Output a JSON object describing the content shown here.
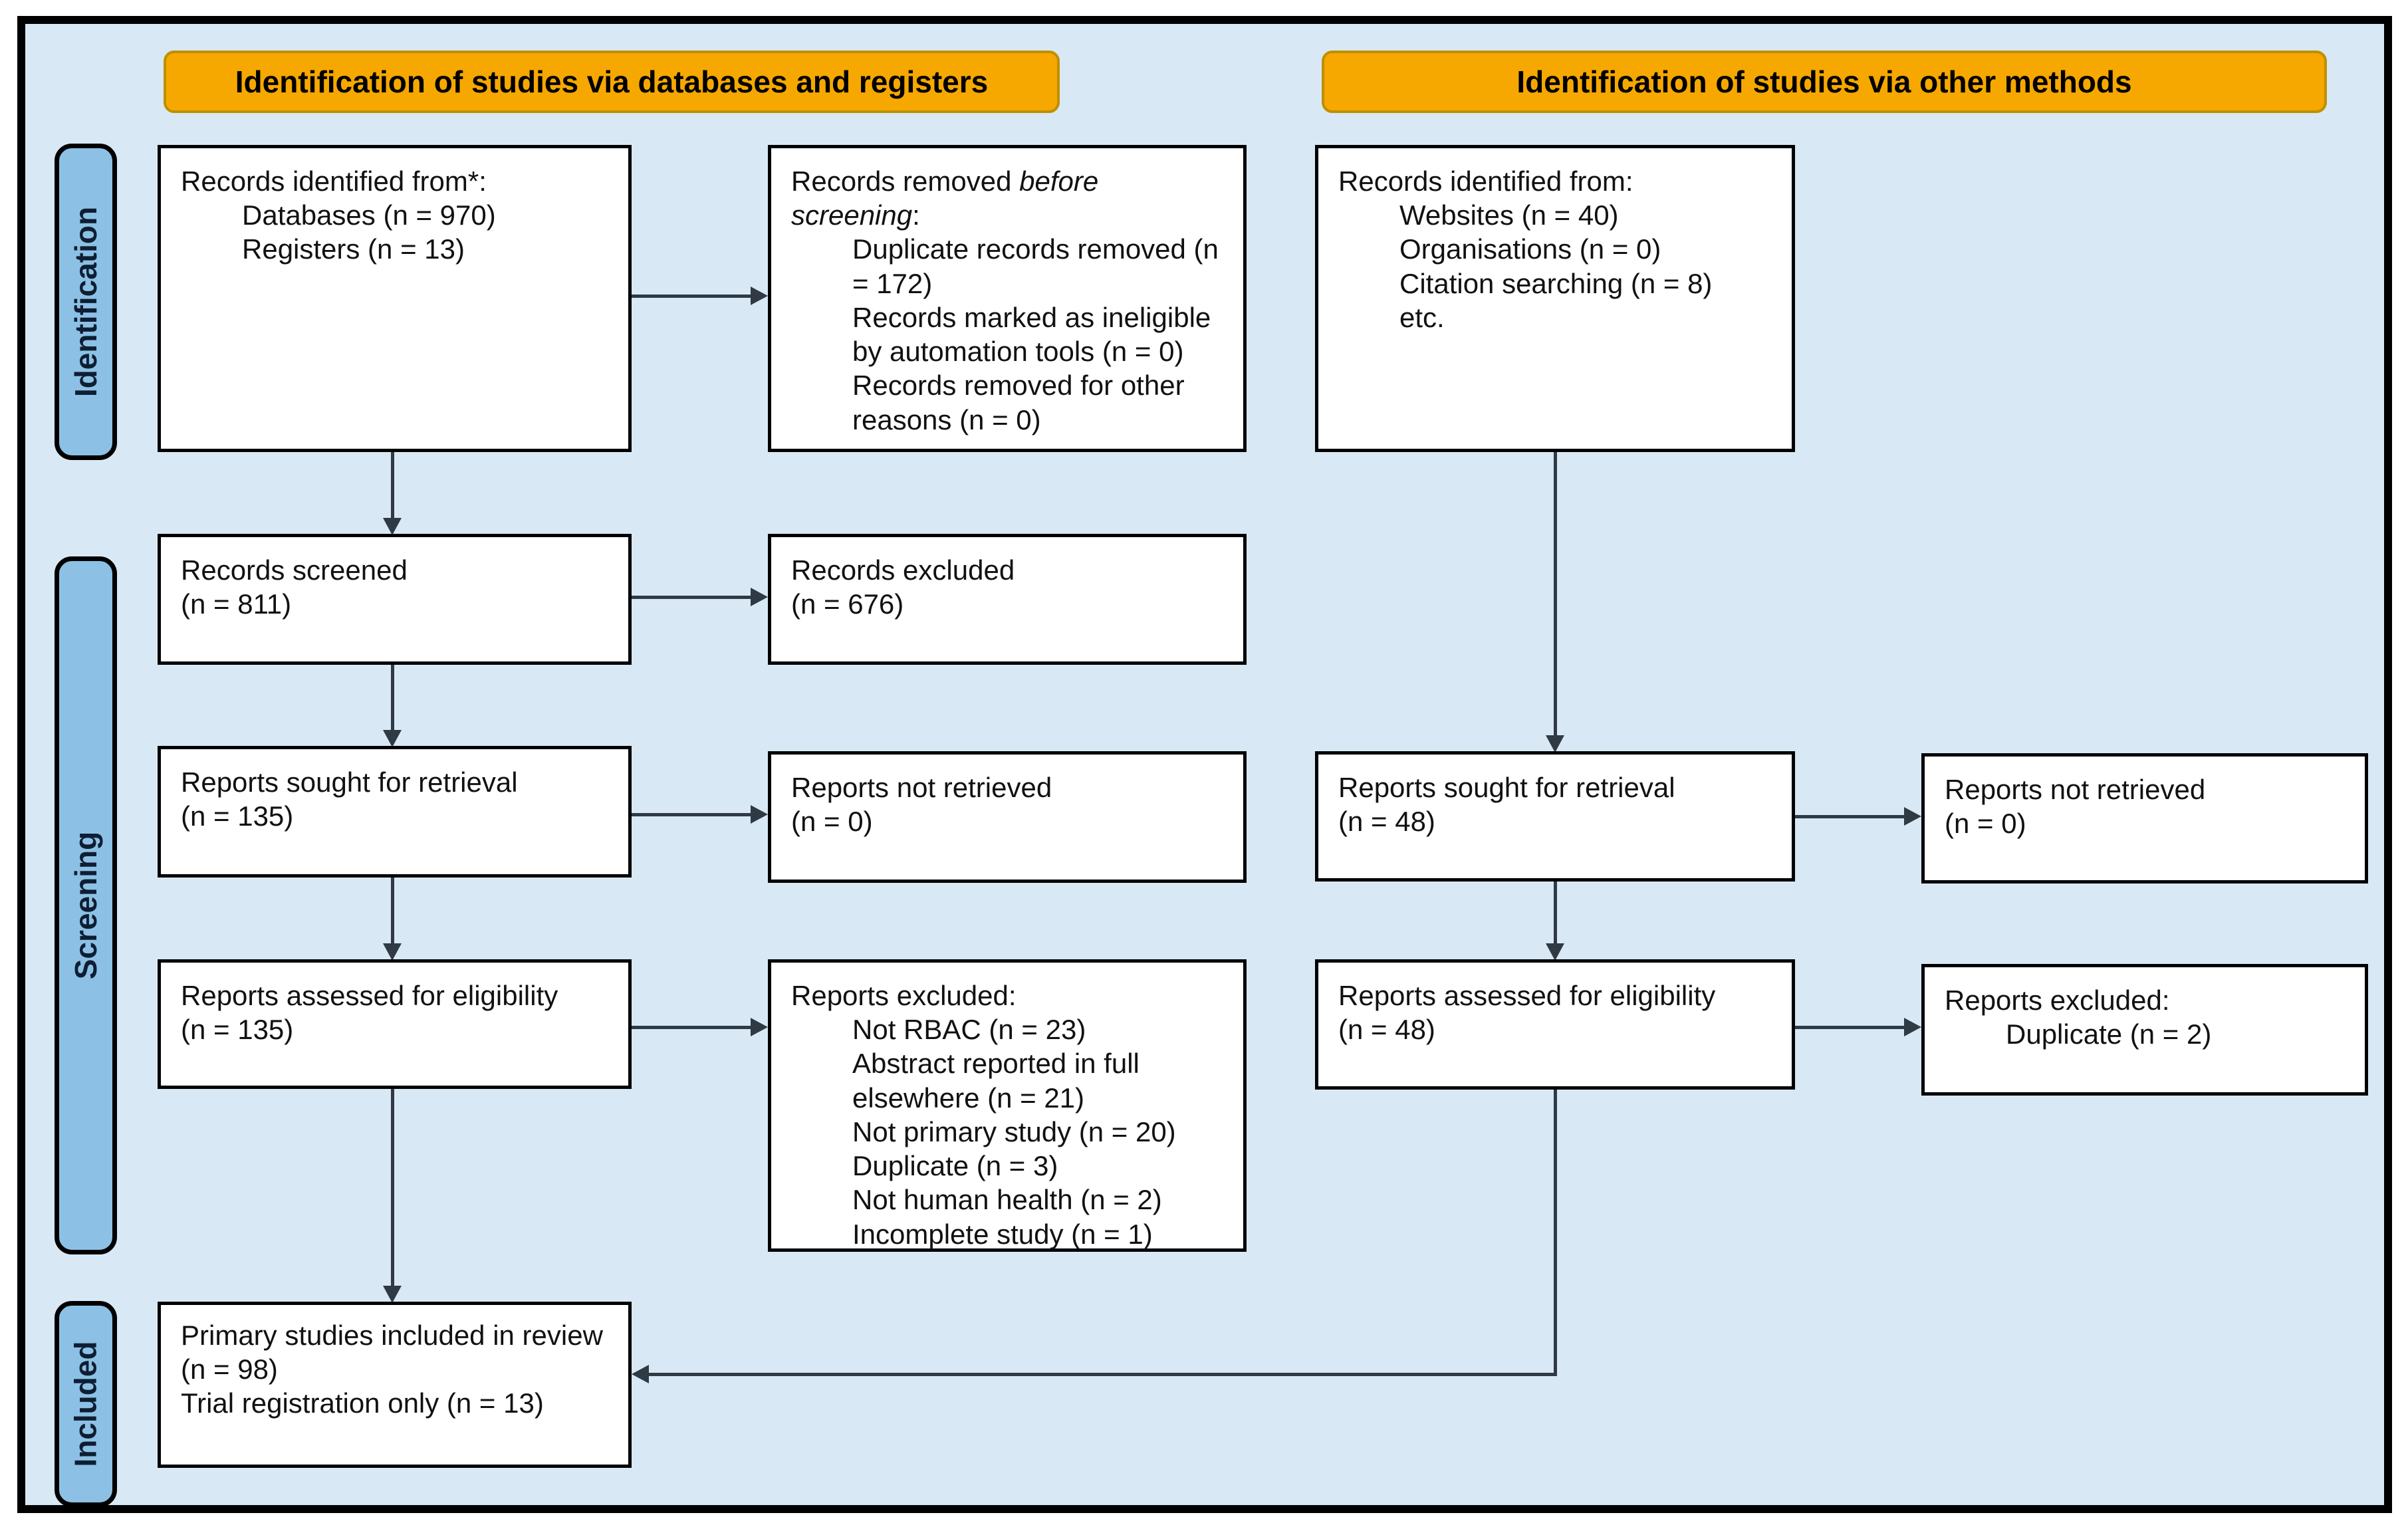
{
  "banners": {
    "left": "Identification of studies via databases and registers",
    "right": "Identification of studies via other methods"
  },
  "sidebar": {
    "identification": "Identification",
    "screening": "Screening",
    "included": "Included"
  },
  "boxes": {
    "records_identified_db": {
      "title": "Records identified from*:",
      "items": [
        "Databases (n = 970)",
        "Registers (n = 13)"
      ]
    },
    "records_removed": {
      "title_prefix": "Records removed ",
      "title_italic": "before screening",
      "title_suffix": ":",
      "items": [
        "Duplicate records removed (n = 172)",
        "Records marked as ineligible by automation tools (n = 0)",
        "Records removed for other reasons (n = 0)"
      ]
    },
    "records_identified_other": {
      "title": "Records identified from:",
      "items": [
        "Websites (n = 40)",
        "Organisations (n = 0)",
        "Citation searching (n = 8)",
        "etc."
      ]
    },
    "records_screened": {
      "lines": [
        "Records screened",
        "(n = 811)"
      ]
    },
    "records_excluded": {
      "lines": [
        "Records excluded",
        "(n = 676)"
      ]
    },
    "reports_sought_db": {
      "lines": [
        "Reports sought for retrieval",
        "(n = 135)"
      ]
    },
    "reports_not_retrieved_db": {
      "lines": [
        "Reports not retrieved",
        "(n = 0)"
      ]
    },
    "reports_sought_other": {
      "lines": [
        "Reports sought for retrieval",
        "(n = 48)"
      ]
    },
    "reports_not_retrieved_other": {
      "lines": [
        "Reports not retrieved",
        "(n = 0)"
      ]
    },
    "reports_assessed_db": {
      "lines": [
        "Reports assessed for eligibility",
        "(n = 135)"
      ]
    },
    "reports_excluded_db": {
      "title": "Reports excluded:",
      "items": [
        "Not RBAC (n = 23)",
        "Abstract reported in full elsewhere (n = 21)",
        "Not primary study (n = 20)",
        "Duplicate (n = 3)",
        "Not human health (n = 2)",
        "Incomplete study (n = 1)"
      ]
    },
    "reports_assessed_other": {
      "lines": [
        "Reports assessed for eligibility",
        "(n = 48)"
      ]
    },
    "reports_excluded_other": {
      "title": "Reports excluded:",
      "items": [
        "Duplicate (n = 2)"
      ]
    },
    "included_studies": {
      "lines": [
        "Primary studies included in review (n = 98)",
        "Trial registration only (n = 13)"
      ]
    }
  },
  "colors": {
    "banner": "#F6A800",
    "banner_border": "#BF8F00",
    "sidebar": "#8CC1E5",
    "background": "#D8E9F5",
    "box_border": "#000000",
    "arrow": "#2F3A45",
    "text": "#111111"
  }
}
